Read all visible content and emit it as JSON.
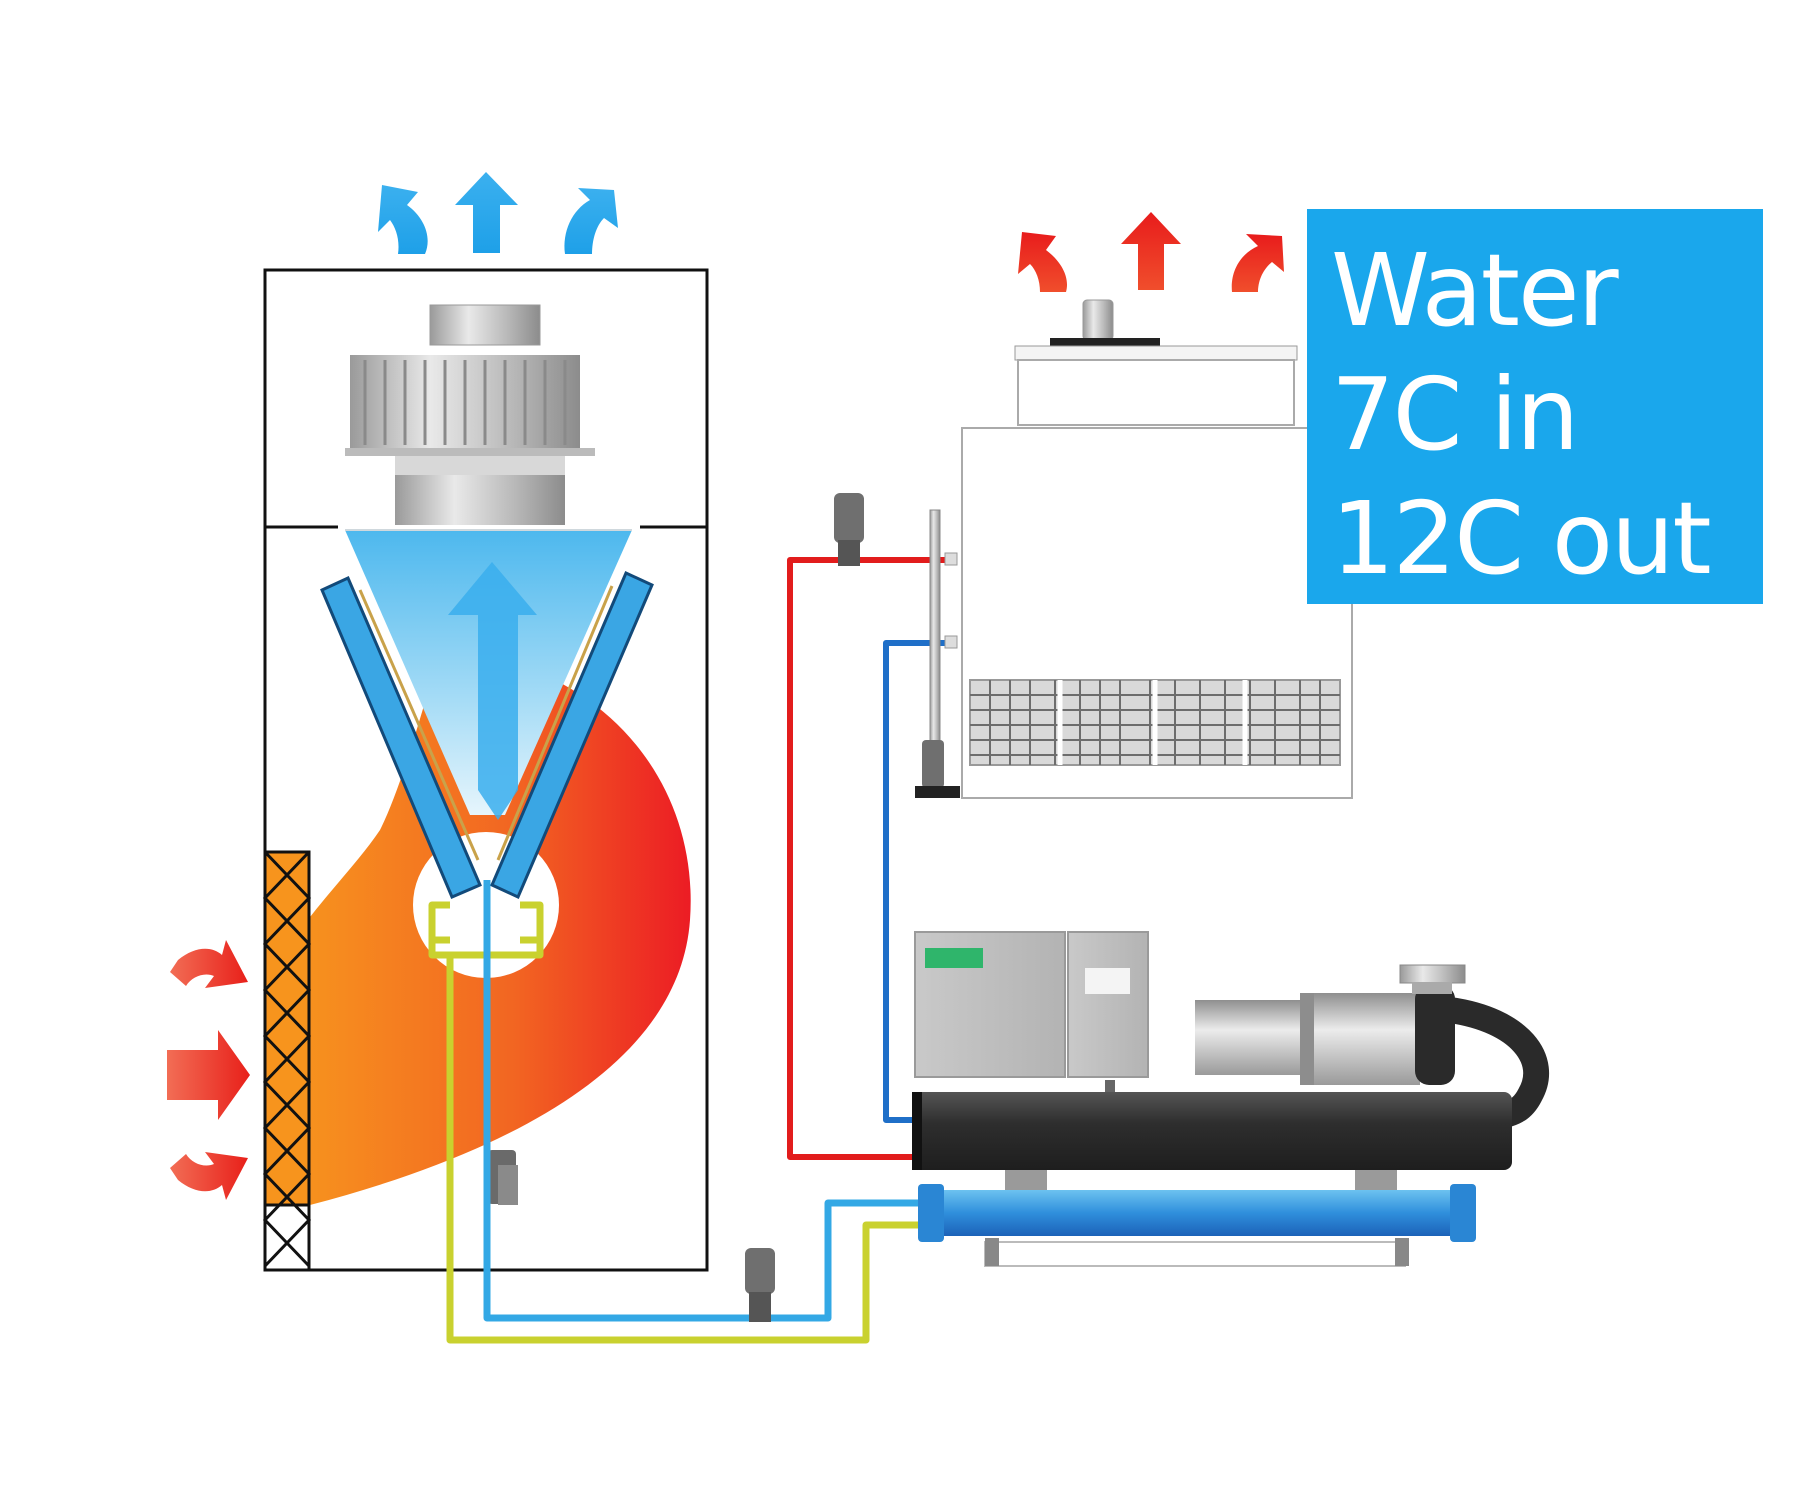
{
  "label": {
    "lines": [
      "Water",
      "7C in",
      "12C out"
    ],
    "background": "#1aa7ec",
    "text_color": "#ffffff"
  },
  "colors": {
    "hot_air": "#f0381f",
    "cool_air": "#2aa2e6",
    "coil": "#37a6e3",
    "pipe_red": "#e21c1c",
    "pipe_blue": "#1f6fc8",
    "pipe_light_blue": "#33a8e5",
    "pipe_yellow": "#c9d12f",
    "vessel_dark": "#333333"
  },
  "icons": [
    "cool-air-arrow-icon",
    "hot-air-arrow-icon",
    "centrifugal-fan-icon",
    "v-coil-icon",
    "inlet-filter-icon",
    "cooling-tower-icon",
    "pump-icon",
    "chiller-icon",
    "compressor-icon",
    "condenser-barrel-icon",
    "heat-exchanger-icon"
  ]
}
